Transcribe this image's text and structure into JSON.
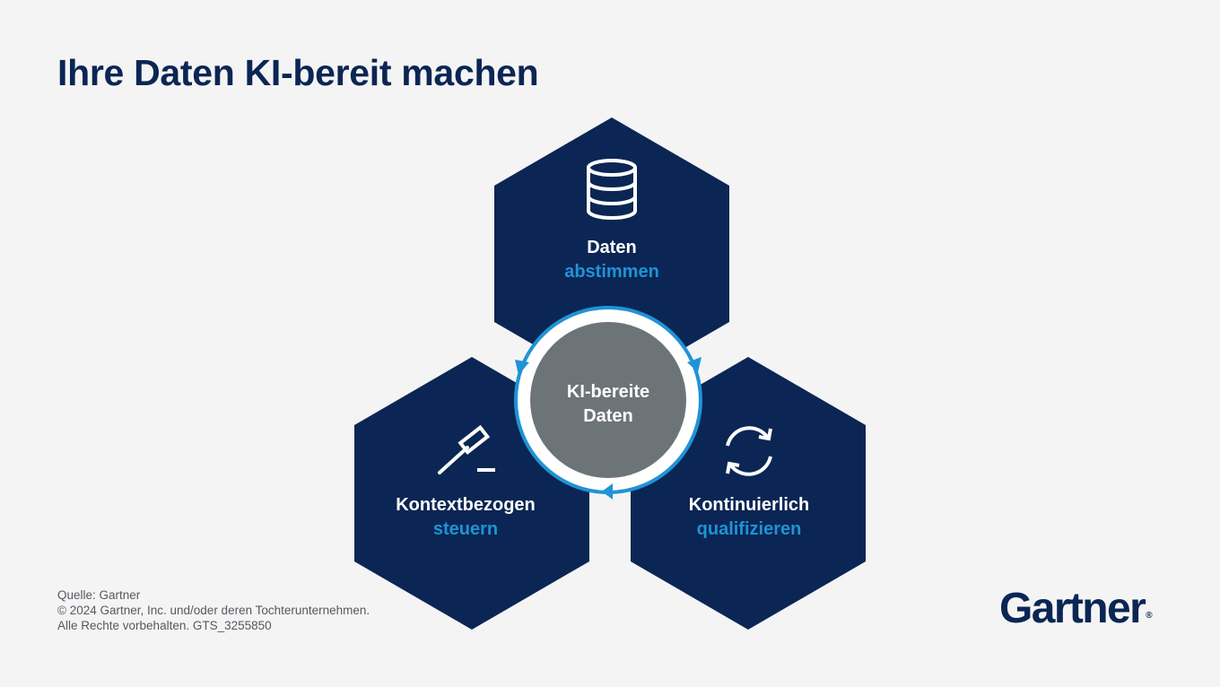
{
  "title": "Ihre Daten KI-bereit machen",
  "hexagons": {
    "top": {
      "line1": "Daten",
      "line2": "abstimmen",
      "icon": "database-icon"
    },
    "left": {
      "line1": "Kontextbezogen",
      "line2": "steuern",
      "icon": "gavel-icon"
    },
    "right": {
      "line1": "Kontinuierlich",
      "line2": "qualifizieren",
      "icon": "refresh-icon"
    }
  },
  "center": {
    "line1": "KI-bereite",
    "line2": "Daten"
  },
  "footer": {
    "source": "Quelle: Gartner",
    "copyright": "© 2024 Gartner, Inc. und/oder deren Tochterunternehmen.",
    "rights": "Alle Rechte vorbehalten. GTS_3255850"
  },
  "logo": {
    "text": "Gartner",
    "mark": "®"
  },
  "colors": {
    "hexagon": "#0b2654",
    "accent": "#1f93d6",
    "center_circle": "#6d7477",
    "title": "#0b2654",
    "background": "#f4f4f4"
  }
}
